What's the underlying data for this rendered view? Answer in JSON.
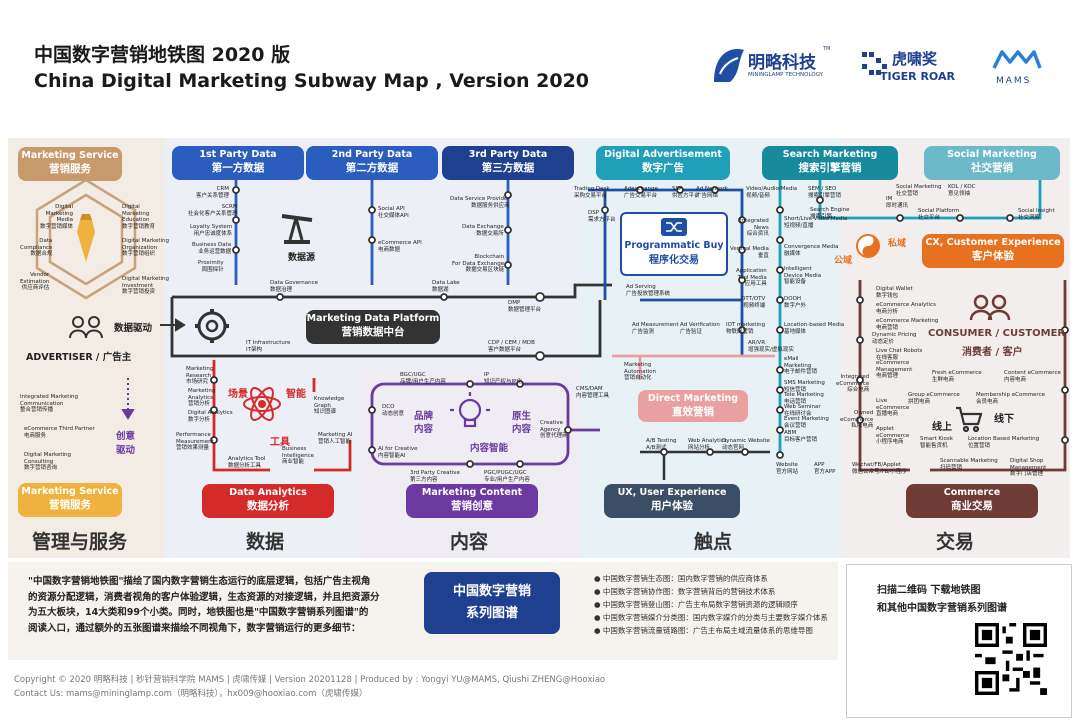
{
  "header": {
    "title_zh": "中国数字营销地铁图 2020 版",
    "title_en": "China Digital Marketing  Subway Map , Version 2020"
  },
  "logos": {
    "mininglamp_zh": "明略科技",
    "mininglamp_tm": "TM",
    "mininglamp_en": "MININGLAMP TECHNOLOGY",
    "tiger_zh": "虎啸奖",
    "tiger_en": "TIGER ROAR",
    "mams": "MAMS"
  },
  "boxes": {
    "mkt_service_top": {
      "en": "Marketing Service",
      "zh": "营销服务"
    },
    "mkt_service_bottom": {
      "en": "Marketing Service",
      "zh": "营销服务"
    },
    "first_party": {
      "en": "1st Party Data",
      "zh": "第一方数据"
    },
    "second_party": {
      "en": "2nd Party Data",
      "zh": "第二方数据"
    },
    "third_party": {
      "en": "3rd Party Data",
      "zh": "第三方数据"
    },
    "digital_ad": {
      "en": "Digital Advertisement",
      "zh": "数字广告"
    },
    "search_mkt": {
      "en": "Search Marketing",
      "zh": "搜索引擎营销"
    },
    "social_mkt": {
      "en": "Social Marketing",
      "zh": "社交营销"
    },
    "cx": {
      "en": "CX, Customer  Experience",
      "zh": "客户体验"
    },
    "mdp": {
      "en": "Marketing Data Platform",
      "zh": "营销数据中台"
    },
    "programmatic": {
      "en": "Programmatic Buy",
      "zh": "程序化交易"
    },
    "direct_mkt": {
      "en": "Direct Marketing",
      "zh": "直效营销"
    },
    "data_analytics": {
      "en": "Data Analytics",
      "zh": "数据分析"
    },
    "mkt_content": {
      "en": "Marketing Content",
      "zh": "营销创意"
    },
    "ux": {
      "en": "UX, User Experience",
      "zh": "用户体验"
    },
    "commerce": {
      "en": "Commerce",
      "zh": "商业交易"
    }
  },
  "labels": {
    "advertiser": "ADVERTISER / 广告主",
    "data_driven": "数据驱动",
    "creative_driven_1": "创意",
    "creative_driven_2": "驱动",
    "data_source": "数据源",
    "consumer": "CONSUMER / CUSTOMER",
    "consumer_zh": "消费者 / 客户",
    "public_domain": "公域",
    "private_domain": "私域",
    "online": "线上",
    "offline": "线下",
    "scene": "场景",
    "intelligence": "智能",
    "tool": "工具",
    "brand_content_1": "品牌",
    "brand_content_2": "内容",
    "native_content_1": "原生",
    "native_content_2": "内容",
    "content_intel": "内容智能"
  },
  "sections": {
    "mgmt": "管理与服务",
    "data": "数据",
    "content": "内容",
    "touch": "触点",
    "trade": "交易"
  },
  "nodes": {
    "n1": "Digital\nMarketing\nMedia\n数字营销媒体",
    "n2": "Data\nCompliance\n数据合规",
    "n3": "Vendor\nEstimation\n供应商评估",
    "n4": "Digital\nMarketing\nEducation\n数字营销教育",
    "n5": "Digital Marketing\nOrganization\n数字营销组织",
    "n6": "Digital Marketing\nInvestment\n数字营销投资",
    "n7": "Integrated Marketing\nCommunication\n整合营销传播",
    "n8": "eCommerce Third Partner\n电商服务",
    "n9": "Digital Marketing\nConsulting\n数字营销咨询",
    "n10": "CRM\n客户关系管理",
    "n11": "SCRM\n社会化客户关系管理",
    "n12": "Loyalty System\n用户忠诚度体系",
    "n13": "Business Data\n业务运营数据",
    "n14": "Proximity\n周围探针",
    "n15": "Social API\n社交媒体API",
    "n16": "eCommerce API\n电商数据",
    "n17": "Data Service Provider\n数据服务供应商",
    "n18": "Data Exchange\n数据交易所",
    "n19": "Blockchain\nFor Data Exchange\n数据交易区块链",
    "n20": "Data Governance\n数据治理",
    "n21": "Data Lake\n数据湖",
    "n22": "IT Infrastructure\nIT架构",
    "n23": "DMP\n数据管理平台",
    "n24": "CDP / CEM / MDB\n客户数据平台",
    "n25": "Trading Desk\n采购交易平台",
    "n26": "Adexchange\n广告交易平台",
    "n27": "SSP\n供应方平台",
    "n28": "Ad Network\n广告网络",
    "n29": "DSP\n需求方平台",
    "n30": "Ad Serving\n广告投放管理系统",
    "n31": "Ad Measurement\n广告监测",
    "n32": "Ad Verification\n广告验证",
    "n33": "IOT marketing\n物联网营销",
    "n34": "AR/VR\n增强现实/虚拟现实",
    "n35": "Video/Audio/Media\n视频/音频",
    "n36": "Short/Live Video Media\n短视频/直播",
    "n37": "Integrated\nNews\n综合资讯",
    "n38": "Vertical Media\n垂直",
    "n39": "Convergence Media\n融媒体",
    "n40": "Application\nTool Media\n应用工具",
    "n41": "Intelligent\nDevice Media\n智能设备",
    "n42": "OTT/OTV\n视频终端",
    "n43": "DOOH\n数字户外",
    "n44": "Location-based Media\n基地媒体",
    "n45": "SEM / SEO\n搜索引擎营销",
    "n46": "Search Engine\n搜索引擎",
    "n47": "IM\n即时通讯",
    "n48": "Social Marketing\n社交营销",
    "n49": "KOL / KOC\n意见领袖",
    "n50": "Social Platform\n社交平台",
    "n51": "Social Insight\n社交洞察",
    "n52": "eMail\nMarketing\n电子邮件营销",
    "n53": "SMS Marketing\n短信营销",
    "n54": "Tele Marketing\n电话营销",
    "n55": "Web Seminar\n在线研讨会",
    "n56": "Event Marketing\n会议营销",
    "n57": "ABM\n目标客户营销",
    "n58": "Website\n官方网站",
    "n59": "APP\n官方APP",
    "n60": "A/B Testing\nA/B测试",
    "n61": "Web Analytics\n网站分析",
    "n62": "Dynamic Website\n动态官网",
    "n63": "Marketing\nAutomation\n营销自动化",
    "n64": "CMS/DAM\n内容管理工具",
    "n65": "BGC/UGC\n品牌/用户生产内容",
    "n66": "IP\n知识产权与IP化",
    "n67": "DCO\n动态创意",
    "n68": "Creative\nAgency\n创意代理商",
    "n69": "AI for Creative\n内容智能AI",
    "n70": "3rd Party Creative\n第三方内容",
    "n71": "PGC/PUGC/UGC\n专业/用户生产内容",
    "n72": "Marketing\nResearch\n市场研究",
    "n73": "Marketing\nAnalytics\n营销分析",
    "n74": "Digital Analytics\n数字分析",
    "n75": "Performance\nMeasurement\n营销效果测量",
    "n76": "Analytics Tool\n数据分析工具",
    "n77": "Business\nIntelligence\n商业智能",
    "n78": "Knowledge\nGraph\n知识图谱",
    "n79": "Marketing AI\n营销人工智能",
    "n80": "Digital Wallet\n数字钱包",
    "n81": "eCommerce Analytics\n电商分析",
    "n82": "eCommerce Marketing\n电商营销",
    "n83": "Dynamic Pricing\n动态定价",
    "n84": "Live Chat Robots\n在线客服",
    "n85": "eCommerce\nManagement\n电商管理",
    "n86": "Integrated\neCommerce\n综合电商",
    "n87": "Fresh eCommerce\n生鲜电商",
    "n88": "Content eCommerce\n内容电商",
    "n89": "Live\neCommerce\n直播电商",
    "n90": "Group eCommerce\n拼团电商",
    "n91": "Membership eCommerce\n会员电商",
    "n92": "Owned\neCommerce\n私域电商",
    "n93": "Applet\neCommerce\n小程序电商",
    "n94": "Smart Kiosk\n智能售货机",
    "n95": "Location Based Marketing\n位置营销",
    "n96": "Wechat/FB/Applet\n微信公众号/FB/小程序",
    "n97": "Scannable Marketing\n扫码营销",
    "n98": "Digital Shop\nManagement\n数字门店管理"
  },
  "description": {
    "line1": "\"中国数字营销地铁图\"描绘了国内数字营销生态运行的底层逻辑，包括广告主视角",
    "line2": "的资源分配逻辑，消费者视角的客户体验逻辑，生态资源的对接逻辑，并且把资源分",
    "line3": "为五大板块，14大类和99个小类。同时，地铁图也是\"中国数字营销系列图谱\"的",
    "line4": "阅读入口，通过额外的五张图谱来描绘不同视角下，数字营销运行的更多细节："
  },
  "series_box": {
    "line1": "中国数字营销",
    "line2": "系列图谱"
  },
  "legend": [
    "中国数字营销生态图：国内数字营销的供应商体系",
    "中国数字营销协作图：数字营销背后的营销技术体系",
    "中国数字营销登山图：广告主布局数字营销资源的逻辑顺序",
    "中国数字营销媒介分类图：国内数字媒介的分类与主要数字媒介体系",
    "中国数字营销流量链路图：广告主布局主域流量体系的思维导图"
  ],
  "qr": {
    "line1": "扫描二维码   下载地铁图",
    "line2": "和其他中国数字营销系列图谱"
  },
  "footer": {
    "line1": "Copyright © 2020 明略科技 | 秒针营销科学院 MAMS | 虎啸传媒 | Version 20201128 | Produced by : Yongyi YU@MAMS, Qiushi ZHENG@Hooxiao",
    "line2": "Contact Us: mams@mininglamp.com（明略科技），hx009@hooxiao.com（虎啸传媒）"
  },
  "colors": {
    "orange": "#f0b23e",
    "blue_dark": "#1f3f8f",
    "blue_mid": "#2a5dbe",
    "teal": "#1fa0b8",
    "red": "#d52a2a",
    "purple": "#6a3aa0",
    "brown": "#6e3b35",
    "cx_orange": "#e8711f",
    "pink": "#e9a0a0",
    "dark": "#333333"
  }
}
